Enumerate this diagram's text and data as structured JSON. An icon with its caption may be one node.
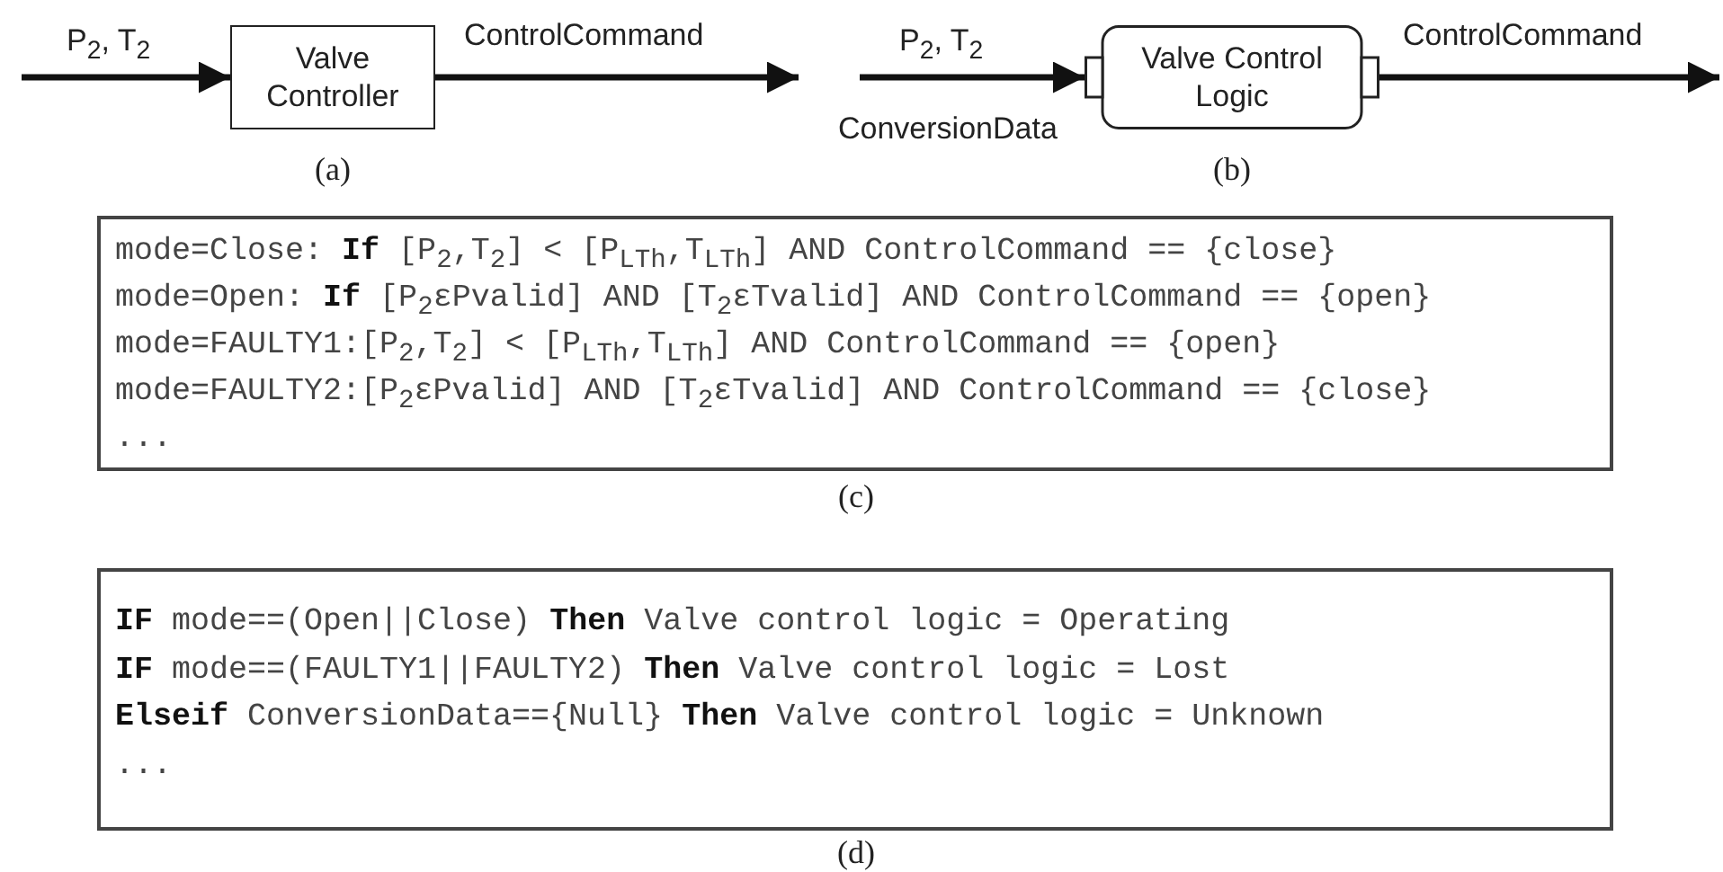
{
  "diagram": {
    "nodes": [
      {
        "text": [
          "Valve Controller"
        ],
        "beside": [
          "(a)"
        ]
      },
      {
        "text": [
          "Valve Control Logic"
        ],
        "beside": [
          "(b)"
        ]
      },
      {
        "text": [
          "mode=Close: **If** [P$_{2}$,T$_{2}$] < [P$_{LTh}$,T$_{LTh}$] AND ControlCommand == {close}",
          "mode=Open: **If** [P$_{2}$εPvalid] AND [T$_{2}$εTvalid] AND ControlCommand == {open}",
          "mode=FAULTY1:[P$_{2}$,T$_{2}$] < [P$_{LTh}$,T$_{LTh}$] AND ControlCommand == {open}",
          "mode=FAULTY2:[P$_{2}$εPvalid] AND [T$_{2}$εTvalid] AND ControlCommand == {close}",
          "..."
        ],
        "beside": [
          "(c)"
        ]
      },
      {
        "text": [
          "**IF** mode==(Open||Close) **Then** Valve control logic = Operating",
          "**IF** mode==(FAULTY1||FAULTY2) **Then** Valve control logic = Lost",
          "**Elseif** ConversionData=={Null} **Then** Valve control logic = Unknown",
          "..."
        ],
        "beside": [
          "(d)"
        ]
      }
    ],
    "edges": [
      {
        "from": null,
        "to": 0,
        "arrow": "to",
        "label": "P$_{2}$, T$_{2}$"
      },
      {
        "from": 0,
        "to": null,
        "arrow": "to",
        "label": "ControlCommand"
      },
      {
        "from": null,
        "to": 1,
        "arrow": "to",
        "label": "P$_{2}$, T$_{2}$"
      },
      {
        "from": 1,
        "to": null,
        "arrow": "to",
        "label": "ControlCommand"
      }
    ],
    "labels": [
      "ConversionData"
    ]
  }
}
